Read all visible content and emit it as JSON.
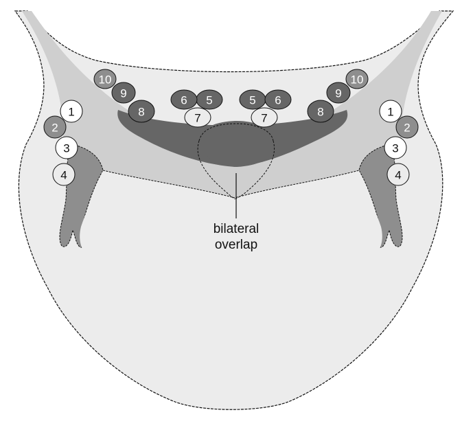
{
  "colors": {
    "background": "#ffffff",
    "body_fill": "#ececec",
    "mid_fill": "#cfcfcf",
    "dark_fill": "#666666",
    "medium_fill": "#8e8e8e",
    "outline": "#111111"
  },
  "callout": {
    "line1": "bilateral",
    "line2": "overlap"
  },
  "nodes": [
    {
      "label": "1",
      "shade": "white"
    },
    {
      "label": "2",
      "shade": "medium"
    },
    {
      "label": "3",
      "shade": "white"
    },
    {
      "label": "4",
      "shade": "light"
    },
    {
      "label": "5",
      "shade": "dark"
    },
    {
      "label": "6",
      "shade": "dark"
    },
    {
      "label": "7",
      "shade": "light"
    },
    {
      "label": "8",
      "shade": "dark"
    },
    {
      "label": "9",
      "shade": "dark"
    },
    {
      "label": "10",
      "shade": "medium"
    },
    {
      "label": "1",
      "shade": "white"
    },
    {
      "label": "2",
      "shade": "medium"
    },
    {
      "label": "3",
      "shade": "white"
    },
    {
      "label": "4",
      "shade": "light"
    },
    {
      "label": "5",
      "shade": "dark"
    },
    {
      "label": "6",
      "shade": "dark"
    },
    {
      "label": "7",
      "shade": "light"
    },
    {
      "label": "8",
      "shade": "dark"
    },
    {
      "label": "9",
      "shade": "dark"
    },
    {
      "label": "10",
      "shade": "medium"
    }
  ]
}
